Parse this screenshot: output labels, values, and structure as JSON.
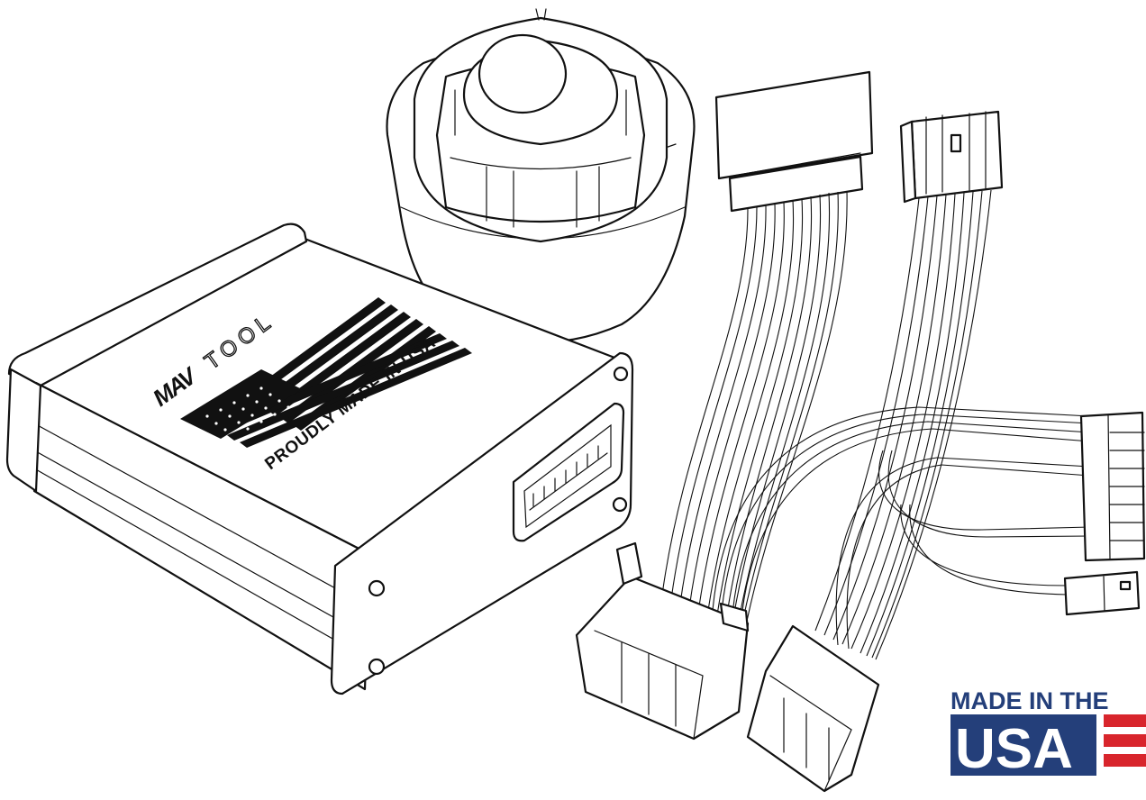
{
  "product": {
    "brand_mark": "MAV",
    "brand_word": "TOOL",
    "box_label": "PROUDLY MADE IN USA"
  },
  "badge": {
    "top_line": "MADE IN THE",
    "main_word": "USA",
    "colors": {
      "blue": "#243f7a",
      "red": "#d8252c"
    }
  },
  "icons": [
    "control-module",
    "rotary-knob",
    "wiring-harness",
    "made-in-usa-badge"
  ]
}
